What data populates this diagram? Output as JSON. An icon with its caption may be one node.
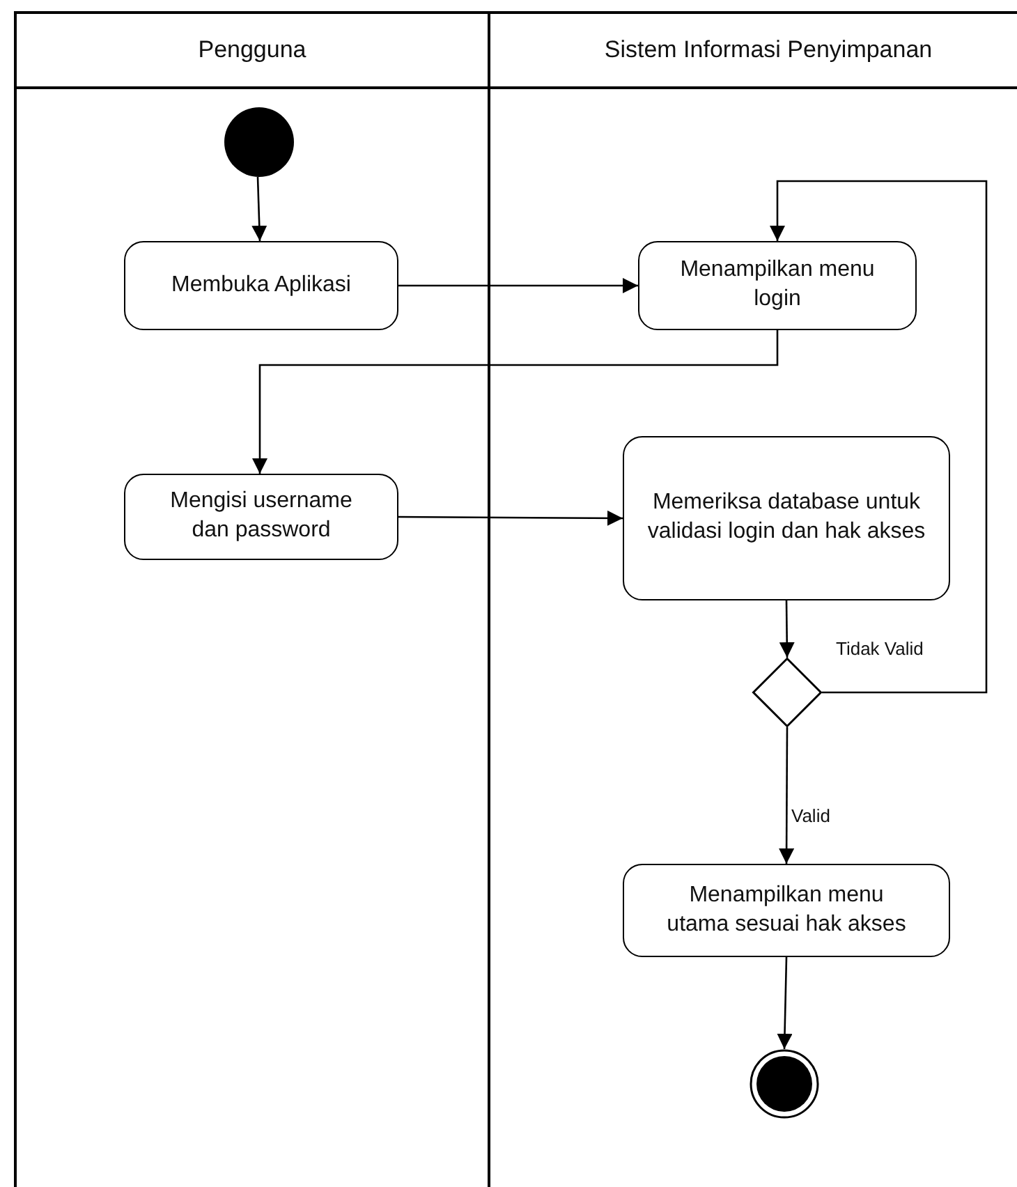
{
  "diagram": {
    "nodes": [
      {
        "text": [
          "Pengguna"
        ]
      },
      {
        "text": [
          "Sistem Informasi Penyimpanan"
        ]
      },
      {
        "text": [],
        "shape": "circle",
        "in": 0
      },
      {
        "text": [
          "Membuka Aplikasi"
        ],
        "in": 0
      },
      {
        "text": [
          "Menampilkan menu login"
        ],
        "in": 1
      },
      {
        "text": [
          "Mengisi username dan password"
        ],
        "in": 0
      },
      {
        "text": [
          "Memeriksa database untuk validasi login dan hak akses"
        ],
        "in": 1
      },
      {
        "text": [],
        "shape": "diamond",
        "in": 1
      },
      {
        "text": [
          "Menampilkan menu utama sesuai hak akses"
        ],
        "in": 1
      },
      {
        "text": [],
        "shape": "circle",
        "in": 1
      }
    ],
    "edges": [
      {
        "from": 2,
        "to": 3,
        "arrow": "to"
      },
      {
        "from": 3,
        "to": 4,
        "arrow": "to"
      },
      {
        "from": 4,
        "to": 5,
        "arrow": "to"
      },
      {
        "from": 5,
        "to": 6,
        "arrow": "to"
      },
      {
        "from": 6,
        "to": 7,
        "arrow": "to"
      },
      {
        "from": 7,
        "to": 4,
        "arrow": "to",
        "label": "Tidak Valid"
      },
      {
        "from": 7,
        "to": 8,
        "arrow": "to",
        "label": "Valid"
      },
      {
        "from": 8,
        "to": 9,
        "arrow": "to"
      }
    ]
  }
}
